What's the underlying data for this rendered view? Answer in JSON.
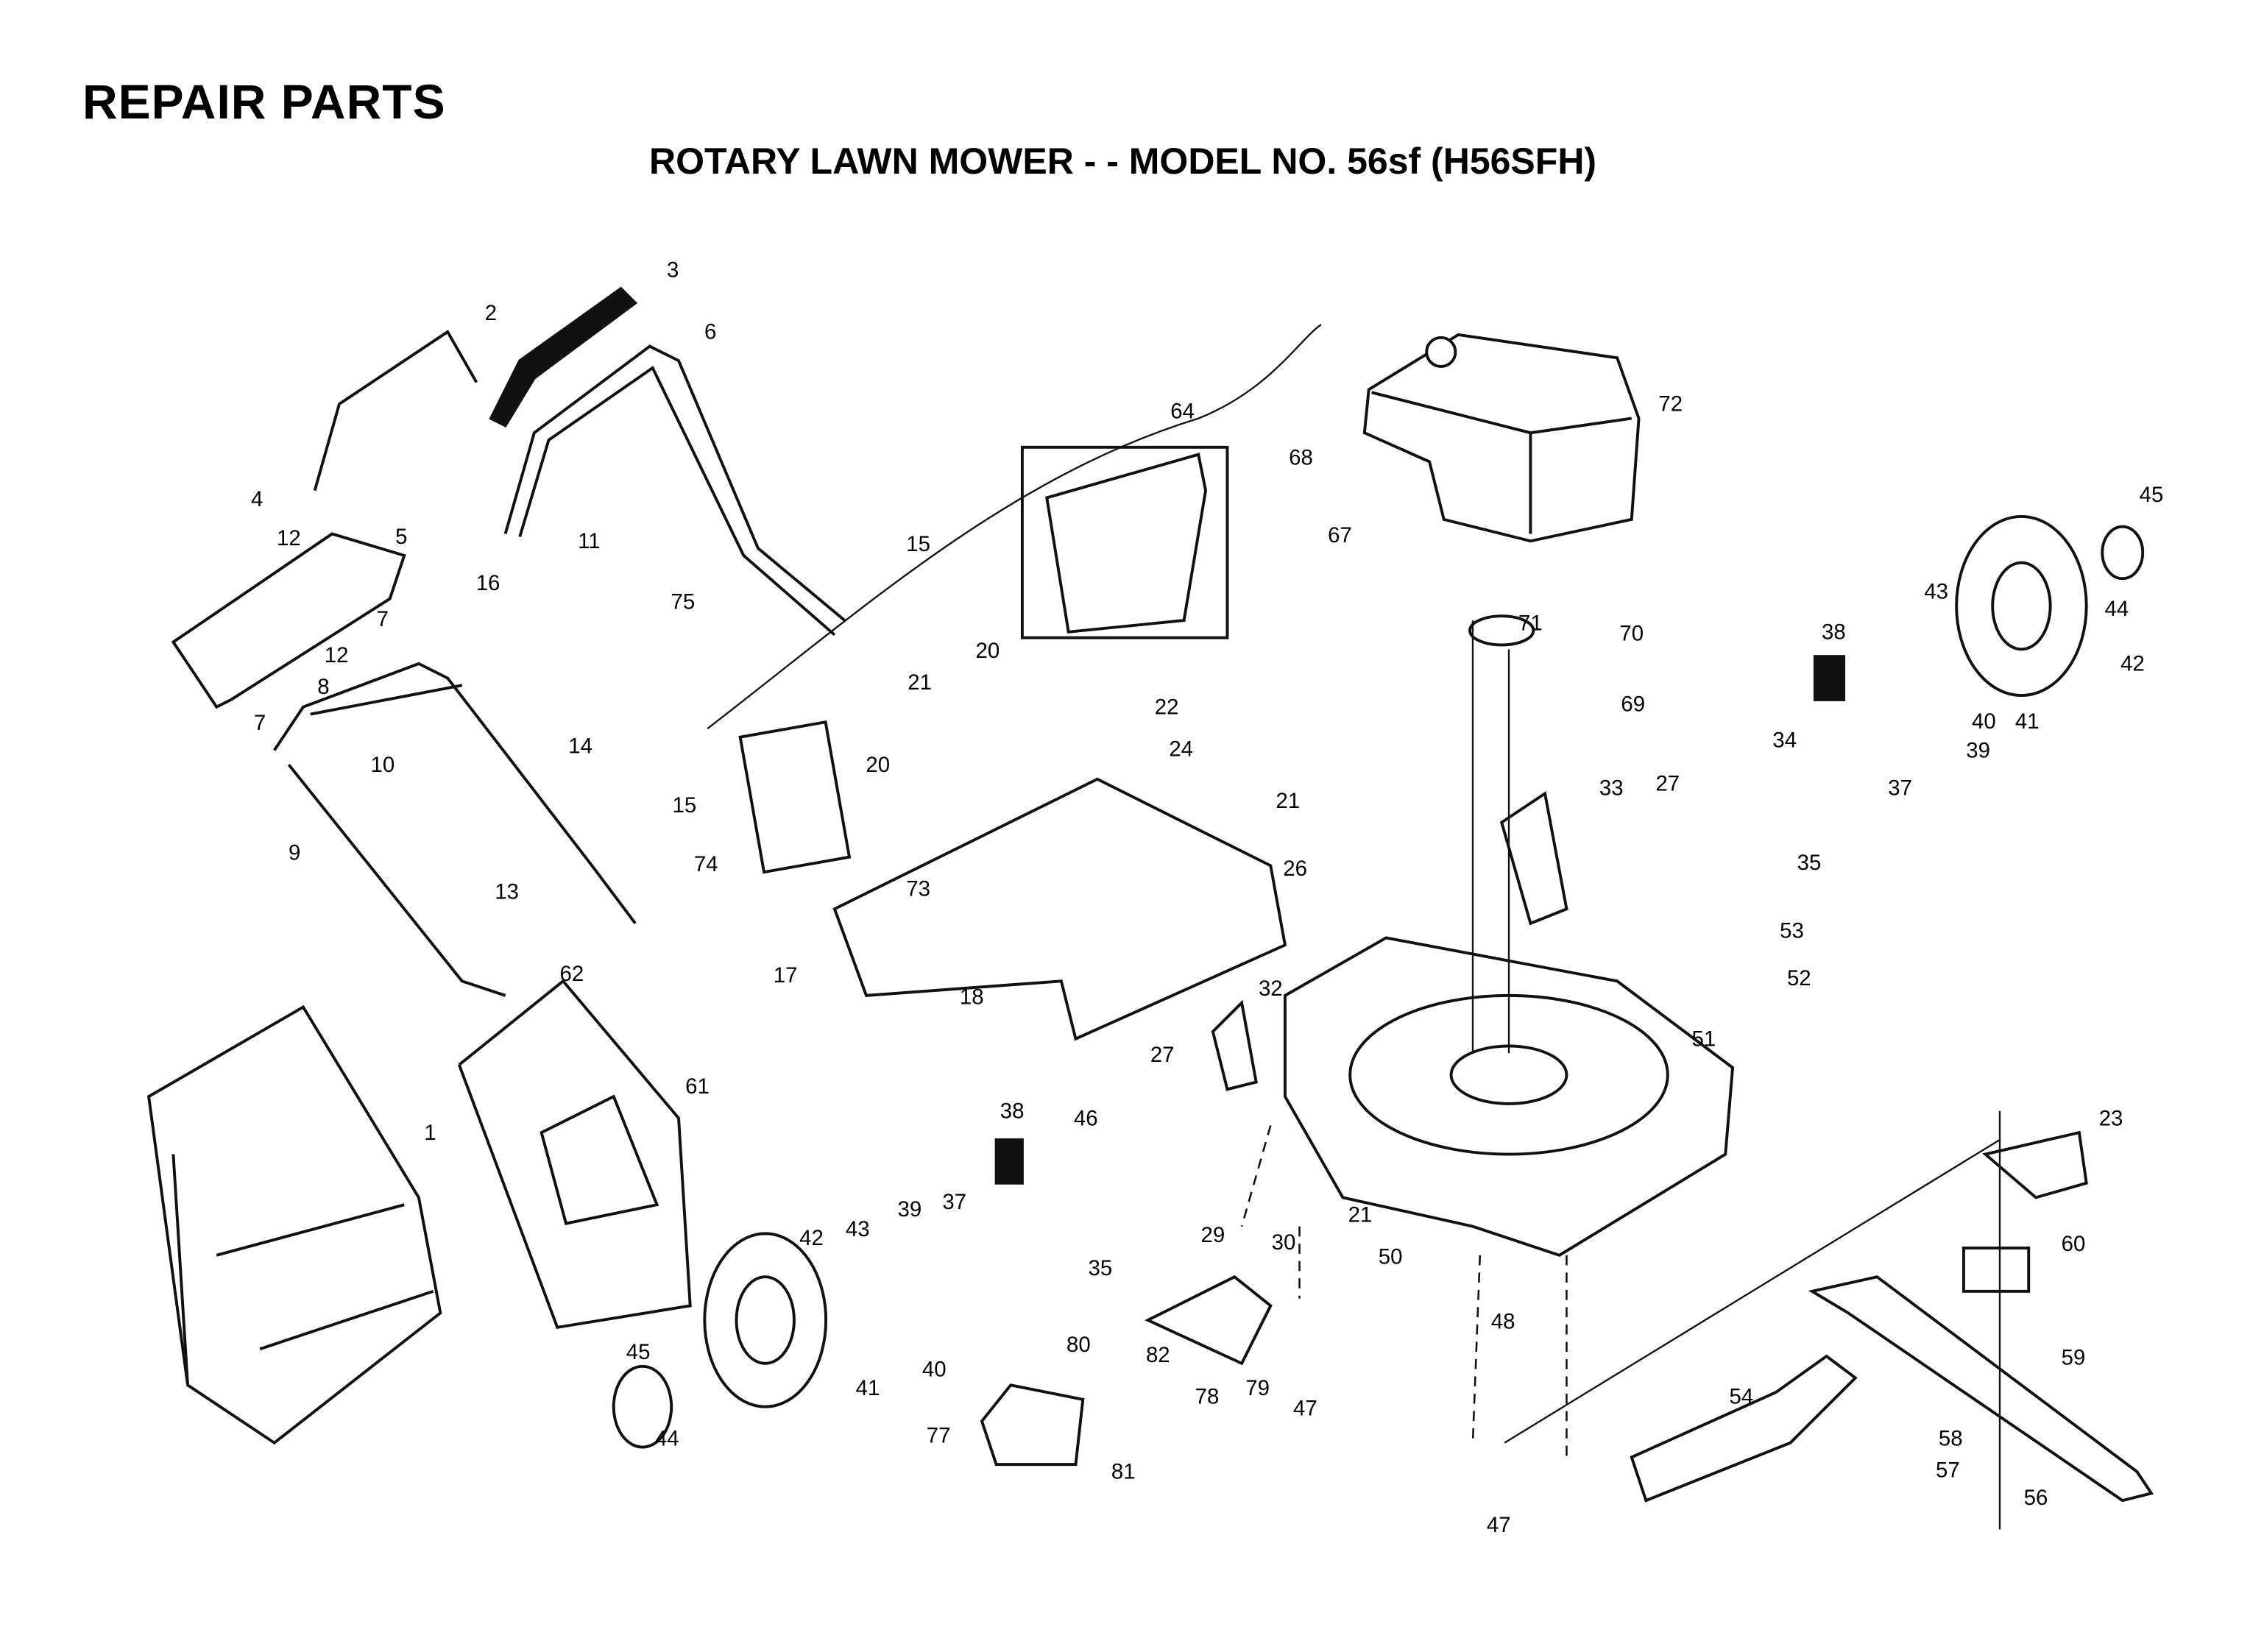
{
  "header": {
    "title": "REPAIR PARTS",
    "subtitle": "ROTARY LAWN MOWER - - MODEL NO. 56sf (H56SFH)"
  },
  "diagram": {
    "part_callouts": [
      "2",
      "3",
      "6",
      "4",
      "12",
      "5",
      "7",
      "12",
      "8",
      "7",
      "11",
      "16",
      "75",
      "15",
      "14",
      "15",
      "10",
      "9",
      "13",
      "62",
      "1",
      "61",
      "64",
      "68",
      "67",
      "72",
      "71",
      "70",
      "69",
      "45",
      "44",
      "43",
      "42",
      "38",
      "41",
      "40",
      "39",
      "37",
      "34",
      "35",
      "33",
      "27",
      "20",
      "21",
      "22",
      "20",
      "24",
      "21",
      "74",
      "26",
      "73",
      "17",
      "18",
      "32",
      "53",
      "52",
      "51",
      "27",
      "38",
      "46",
      "37",
      "39",
      "43",
      "42",
      "35",
      "29",
      "30",
      "21",
      "23",
      "50",
      "60",
      "48",
      "47",
      "45",
      "44",
      "41",
      "40",
      "80",
      "82",
      "78",
      "79",
      "77",
      "81",
      "54",
      "59",
      "58",
      "57",
      "56",
      "47"
    ]
  }
}
